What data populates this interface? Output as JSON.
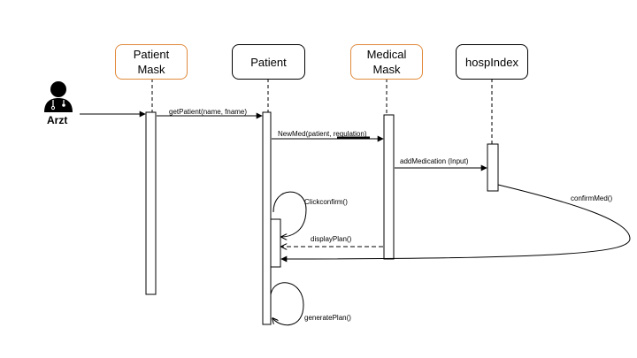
{
  "actor": {
    "label": "Arzt",
    "icon": "doctor-icon"
  },
  "lifelines": [
    {
      "id": "patient_mask",
      "label_lines": [
        "Patient",
        "Mask"
      ],
      "border": "#e08a3c"
    },
    {
      "id": "patient",
      "label_lines": [
        "Patient"
      ],
      "border": "#000000"
    },
    {
      "id": "medical_mask",
      "label_lines": [
        "Medical",
        "Mask"
      ],
      "border": "#e08a3c"
    },
    {
      "id": "hospindex",
      "label_lines": [
        "hospIndex"
      ],
      "border": "#000000"
    }
  ],
  "messages": {
    "get_patient": "getPatient(name, fname)",
    "new_med": "NewMed(patient, regulation)",
    "add_medication": "addMedication (Input)",
    "confirm_med": "confirmMed()",
    "click_confirm": "Clickconfirm()",
    "display_plan": "displayPlan()",
    "generate_plan": "generatePlan()"
  },
  "colors": {
    "accent_orange": "#e08a3c",
    "line": "#000000"
  }
}
